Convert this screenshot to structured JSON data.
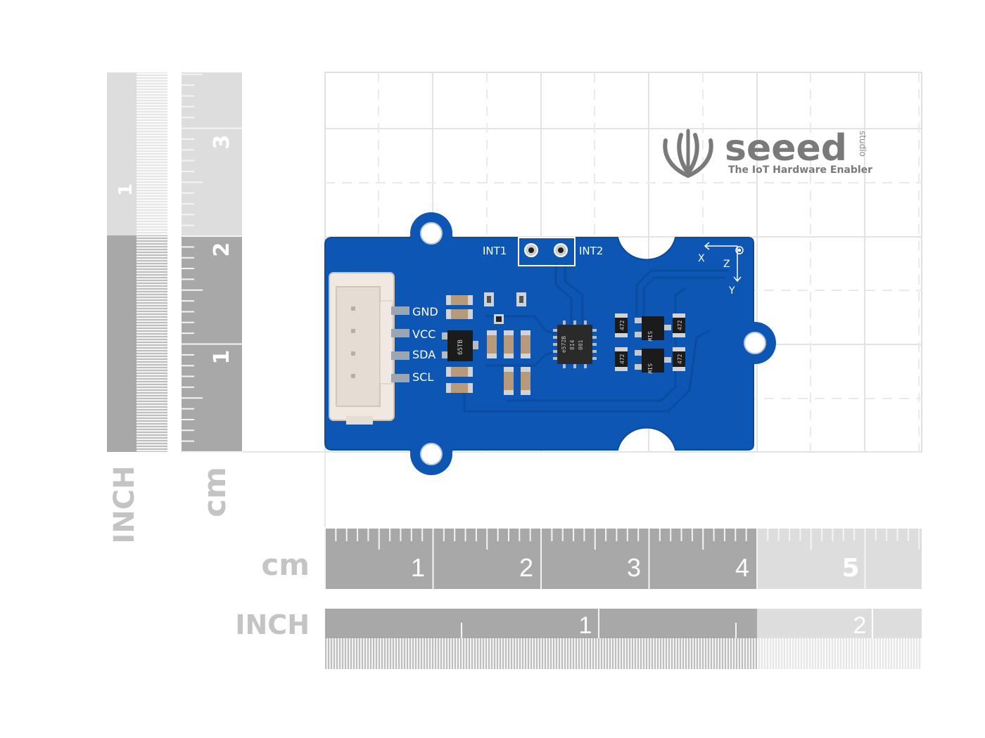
{
  "brand": {
    "name": "seeed",
    "studio": "studio",
    "tagline": "The IoT Hardware Enabler"
  },
  "vertical_ruler": {
    "unit_inch": "INCH",
    "unit_cm": "cm",
    "cm_ticks": [
      "1",
      "2",
      "3"
    ],
    "inch_ticks": [
      "1"
    ]
  },
  "horizontal_ruler": {
    "unit_cm": "cm",
    "unit_inch": "INCH",
    "cm_ticks": [
      "1",
      "2",
      "3",
      "4",
      "5"
    ],
    "inch_ticks": [
      "1",
      "2"
    ]
  },
  "board": {
    "pins": [
      "GND",
      "VCC",
      "SDA",
      "SCL"
    ],
    "int_labels": [
      "INT1",
      "INT2"
    ],
    "axes": [
      "X",
      "Z",
      "Y"
    ],
    "chip_marks": [
      "65TB",
      "e572B",
      "8I4",
      "001"
    ],
    "resistor_marks": [
      "472",
      "472",
      "472",
      "472"
    ],
    "mosfet_marks": [
      "S1W",
      "S1W"
    ]
  },
  "colors": {
    "pcb": "#0d56b3",
    "pcb_dark": "#08418e",
    "ruler_dark": "#a8a8a8",
    "ruler_light": "#dcdcdc",
    "grid": "#e2e2e2",
    "connector": "#efe9e2"
  }
}
